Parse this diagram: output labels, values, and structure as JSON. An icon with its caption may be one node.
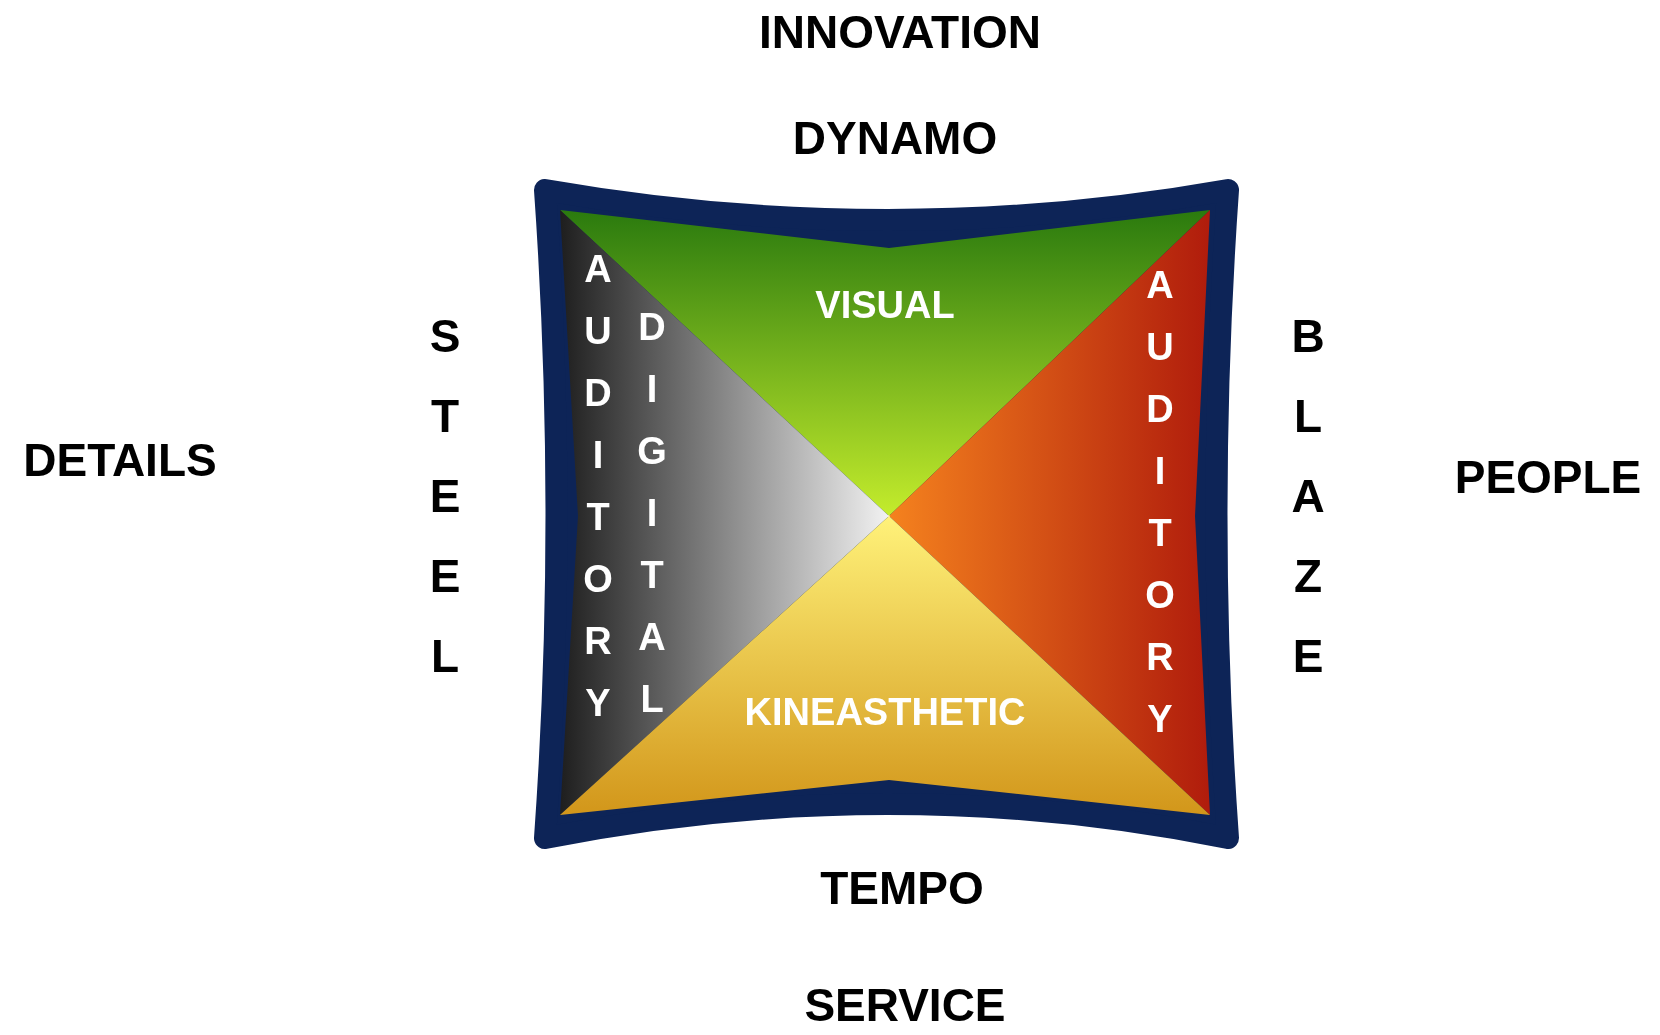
{
  "diagram": {
    "nodes": [
      {
        "text": [
          "VISUAL"
        ]
      },
      {
        "text": [
          "AUDITORY",
          "DIGITAL"
        ]
      },
      {
        "text": [
          "AUDITORY"
        ]
      },
      {
        "text": [
          "KINEASTHETIC"
        ]
      }
    ],
    "labels": [
      "INNOVATION",
      "DYNAMO",
      "STEEL",
      "DETAILS",
      "BLAZE",
      "PEOPLE",
      "TEMPO",
      "SERVICE"
    ]
  }
}
